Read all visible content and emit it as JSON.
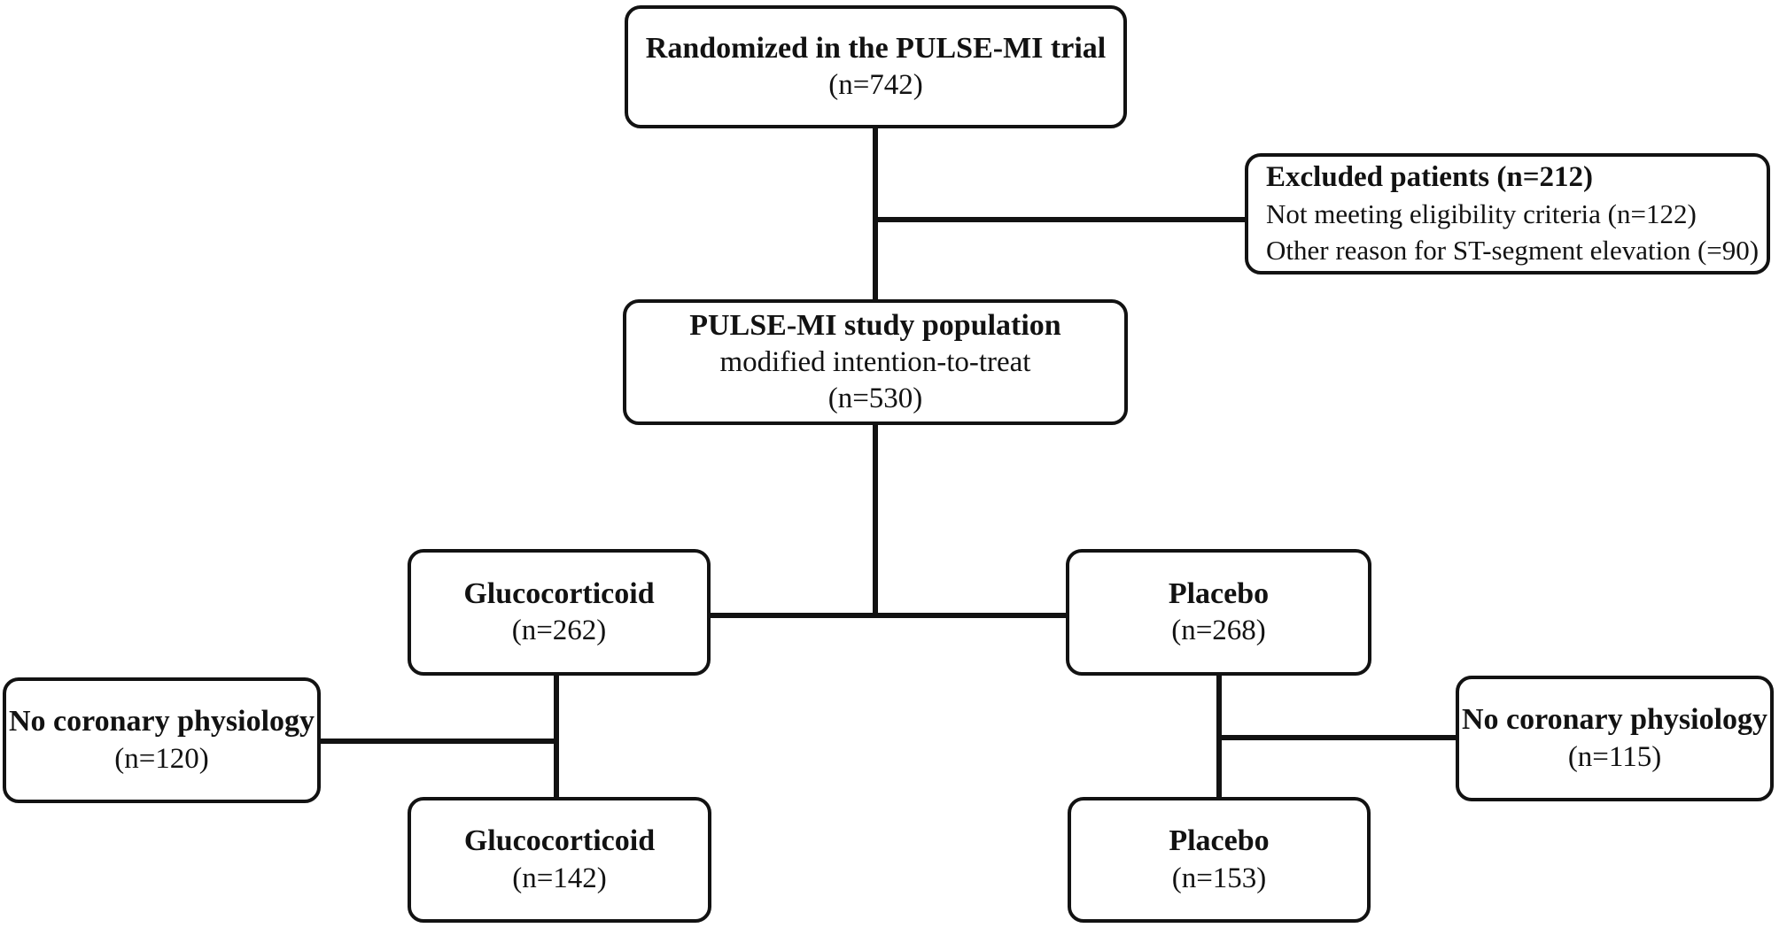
{
  "figure": {
    "description": "Patient flow diagram of the PULSE-MI trial"
  },
  "boxes": {
    "randomized": {
      "title": "Randomized in the PULSE-MI trial",
      "count": "(n=742)"
    },
    "excluded": {
      "title": "Excluded patients (n=212)",
      "reasons": [
        "Not meeting eligibility criteria (n=122)",
        "Other reason for ST-segment elevation (=90)"
      ]
    },
    "population": {
      "title": "PULSE-MI study population",
      "subtitle": "modified intention-to-treat",
      "count": "(n=530)"
    },
    "glucocorticoid_arm": {
      "title": "Glucocorticoid",
      "count": "(n=262)"
    },
    "placebo_arm": {
      "title": "Placebo",
      "count": "(n=268)"
    },
    "no_coronary_physiology_left": {
      "title": "No coronary physiology",
      "count": "(n=120)"
    },
    "no_coronary_physiology_right": {
      "title": "No coronary physiology",
      "count": "(n=115)"
    },
    "glucocorticoid_physiology": {
      "title": "Glucocorticoid",
      "count": "(n=142)"
    },
    "placebo_physiology": {
      "title": "Placebo",
      "count": "(n=153)"
    }
  },
  "colors": {
    "ink": "#121212",
    "background": "#ffffff"
  }
}
